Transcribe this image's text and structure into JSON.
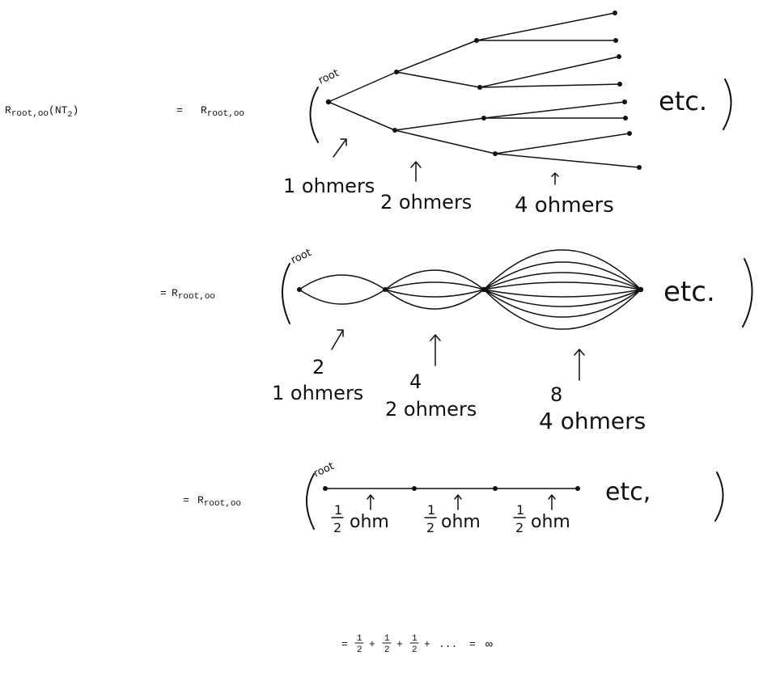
{
  "row1": {
    "lhs_R": "R",
    "lhs_sub": "root,oo",
    "lhs_arg_open": "(NT",
    "lhs_arg_sub": "2",
    "lhs_arg_close": ")",
    "equals": "=",
    "rhs_R": "R",
    "rhs_sub": "root,oo",
    "root_label": "root",
    "etc": "etc.",
    "notes": [
      "1 ohmers",
      "2 ohmers",
      "4 ohmers"
    ]
  },
  "row2": {
    "equals": "=",
    "R": "R",
    "sub": "root,oo",
    "root_label": "root",
    "etc": "etc.",
    "counts": [
      "2",
      "4",
      "8"
    ],
    "notes": [
      "1 ohmers",
      "2 ohmers",
      "4 ohmers"
    ]
  },
  "row3": {
    "equals": "=",
    "R": "R",
    "sub": "root,oo",
    "root_label": "root",
    "etc": "etc,",
    "frac_num": "1",
    "frac_den": "2",
    "unit": "ohm"
  },
  "row4": {
    "equals": "=",
    "num": "1",
    "den": "2",
    "plus": "+",
    "ellipsis": "...",
    "result": "∞"
  }
}
